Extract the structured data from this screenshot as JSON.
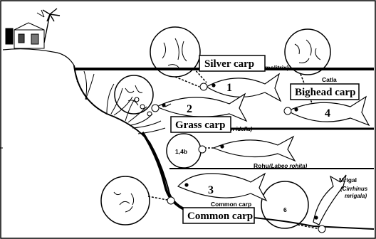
{
  "labels": {
    "silver_carp": "Silver carp",
    "silver_latin": "molitrix)",
    "bighead_carp": "Bighead carp",
    "catla": "Catla",
    "grass_carp": "Grass carp",
    "grass_latin": "n idella)",
    "rohu": "Rohu",
    "rohu_latin": "(Labeo rohita)",
    "common_carp": "Common carp",
    "common_carp_small": "Common carp",
    "mrigal": "Mrigal",
    "mrigal_latin_1": "(Cirrhinus",
    "mrigal_latin_2": "mrigala)"
  },
  "numbers": {
    "n1": "1",
    "n2": "2",
    "n3": "3",
    "n4": "4",
    "n1b": "1,4b",
    "n6": "6"
  }
}
